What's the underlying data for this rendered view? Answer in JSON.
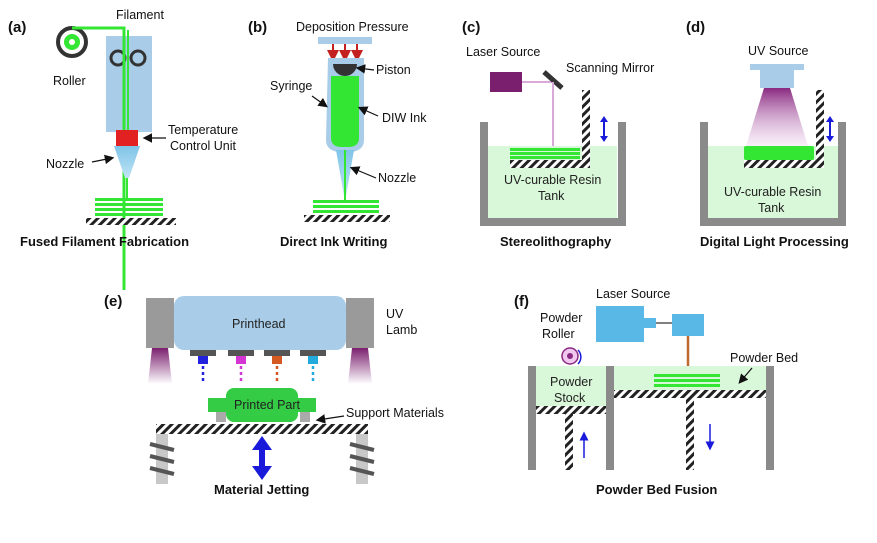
{
  "panels": {
    "a": {
      "tag": "(a)",
      "filament": "Filament",
      "roller": "Roller",
      "temp_line1": "Temperature",
      "temp_line2": "Control Unit",
      "nozzle": "Nozzle",
      "caption": "Fused Filament Fabrication"
    },
    "b": {
      "tag": "(b)",
      "pressure": "Deposition Pressure",
      "piston": "Piston",
      "syringe": "Syringe",
      "ink": "DIW Ink",
      "nozzle": "Nozzle",
      "caption": "Direct Ink Writing"
    },
    "c": {
      "tag": "(c)",
      "laser": "Laser Source",
      "mirror": "Scanning Mirror",
      "resin_line1": "UV-curable Resin",
      "resin_line2": "Tank",
      "caption": "Stereolithography"
    },
    "d": {
      "tag": "(d)",
      "uv": "UV Source",
      "resin_line1": "UV-curable Resin",
      "resin_line2": "Tank",
      "caption": "Digital Light Processing"
    },
    "e": {
      "tag": "(e)",
      "printhead": "Printhead",
      "uv_line1": "UV",
      "uv_line2": "Lamb",
      "part": "Printed Part",
      "support": "Support Materials",
      "caption": "Material Jetting"
    },
    "f": {
      "tag": "(f)",
      "laser": "Laser Source",
      "roller_line1": "Powder",
      "roller_line2": "Roller",
      "stock_line1": "Powder",
      "stock_line2": "Stock",
      "bed": "Powder Bed",
      "caption": "Powder Bed Fusion"
    }
  },
  "colors": {
    "light_blue": "#a9cde8",
    "cyan_blue": "#59b8e6",
    "green": "#33e633",
    "light_green": "#d9f7d9",
    "red": "#e22222",
    "purple": "#7a1f6e",
    "gray": "#9a9a9a",
    "dark": "#333333",
    "arrow_blue": "#1a1adb"
  }
}
